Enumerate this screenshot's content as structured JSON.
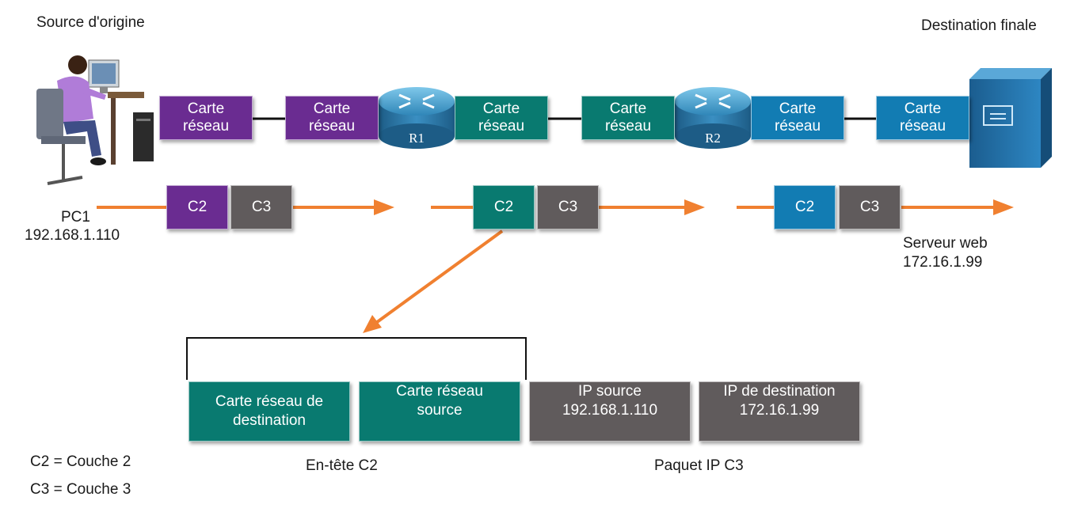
{
  "labels": {
    "source": "Source d'origine",
    "destination": "Destination finale",
    "pc_name": "PC1",
    "pc_ip": "192.168.1.110",
    "server_name": "Serveur web",
    "server_ip": "172.16.1.99",
    "legend_c2": "C2 = Couche 2",
    "legend_c3": "C3 = Couche 3",
    "header_caption": "En-tête C2",
    "packet_caption": "Paquet IP C3"
  },
  "routers": [
    "R1",
    "R2"
  ],
  "nics": {
    "line1": "Carte",
    "line2": "réseau"
  },
  "pdu": {
    "c2": "C2",
    "c3": "C3"
  },
  "detail": {
    "dest_mac_1": "Carte réseau de",
    "dest_mac_2": "destination",
    "src_mac_1": "Carte réseau",
    "src_mac_2": "source",
    "ip_src_label": "IP source",
    "ip_src_value": "192.168.1.110",
    "ip_dst_label": "IP de destination",
    "ip_dst_value": "172.16.1.99"
  },
  "colors": {
    "purple": "#6a2c91",
    "teal": "#097a70",
    "blue": "#127cb3",
    "grey": "#605b5c",
    "arrow": "#f08030"
  },
  "icons": [
    "pc-user-icon",
    "router-icon",
    "server-icon"
  ]
}
